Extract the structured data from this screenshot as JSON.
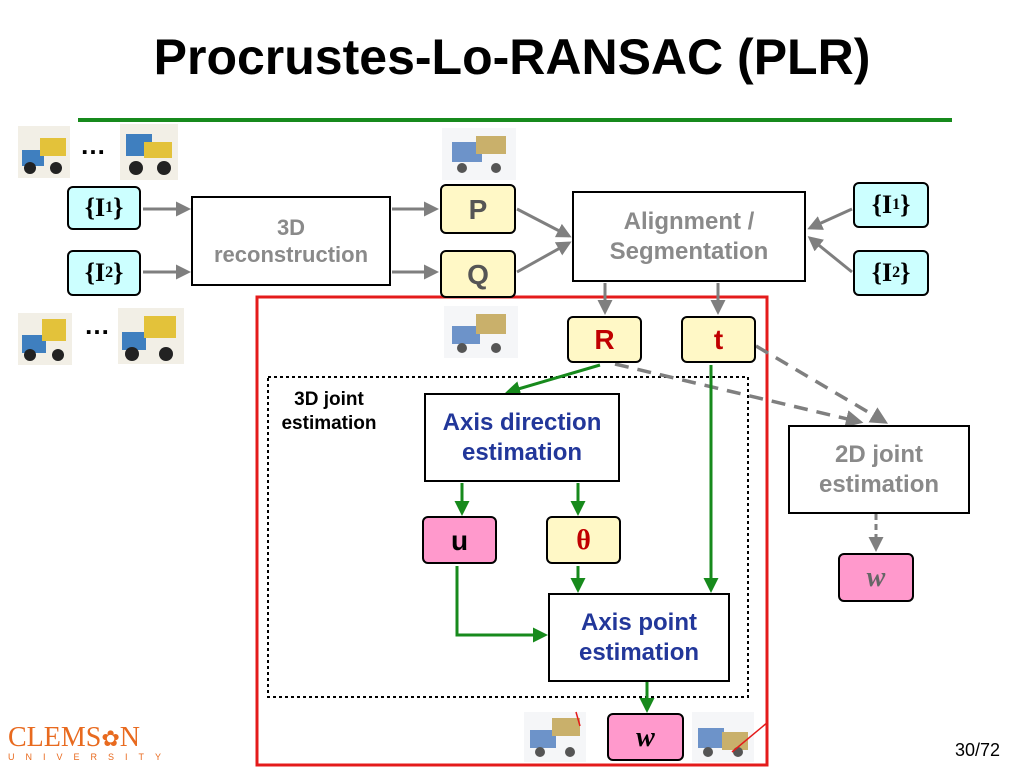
{
  "slide": {
    "title": "Procrustes-Lo-RANSAC (PLR)",
    "page_number": "30/72"
  },
  "inputs": {
    "set1": {
      "brace_open": "{",
      "symbol": "I",
      "sub": "1",
      "brace_close": "}"
    },
    "set2": {
      "brace_open": "{",
      "symbol": "I",
      "sub": "2",
      "brace_close": "}"
    },
    "ellipsis": "…"
  },
  "nodes": {
    "reconstruction": "3D reconstruction",
    "p": "P",
    "q": "Q",
    "alignment_line1": "Alignment /",
    "alignment_line2": "Segmentation",
    "r": "R",
    "t": "t",
    "joint3d_label": "3D joint estimation",
    "axis_direction": "Axis direction estimation",
    "u": "u",
    "theta": "θ",
    "axis_point": "Axis point estimation",
    "w_bottom": "w",
    "joint2d": "2D joint estimation",
    "w_right": "w"
  },
  "logo": {
    "name_part1": "CLEMS",
    "name_part2": "N",
    "subtitle": "UNIVERSITY"
  },
  "colors": {
    "title_rule": "#178a1c",
    "green_arrow": "#178a1c",
    "gray_arrow": "#7f7f7f",
    "red_frame": "#e41b1b",
    "node_yellow": "#fff8c6",
    "node_pink": "#ff99cc",
    "node_cyan": "#ccffff",
    "blue_text": "#22379a",
    "r_t_text": "#c00000",
    "logo_orange": "#e86a1f"
  }
}
